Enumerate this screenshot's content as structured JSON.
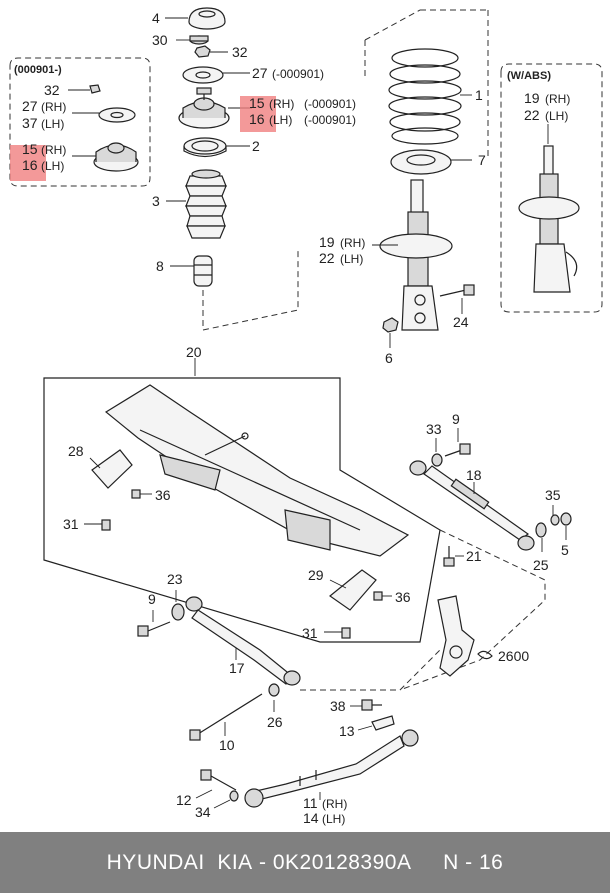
{
  "footer": {
    "brand": "HYUNDAI  KIA",
    "separator": " - ",
    "part_number": "0K20128390A",
    "gap": "     ",
    "page": "N - 16"
  },
  "boxes": {
    "left_inset_title": "(000901-)",
    "right_inset_title": "(W/ABS)"
  },
  "callouts": {
    "n4": "4",
    "n30": "30",
    "n32": "32",
    "n27": "27",
    "n27_note": "(-000901)",
    "n15": "15",
    "n15_side": "(RH)",
    "n15_note": "(-000901)",
    "n16": "16",
    "n16_side": "(LH)",
    "n16_note": "(-000901)",
    "n2": "2",
    "n3": "3",
    "n8": "8",
    "n1": "1",
    "n7": "7",
    "n19": "19",
    "n19_side": "(RH)",
    "n22": "22",
    "n22_side": "(LH)",
    "n24": "24",
    "n6": "6",
    "inset_l_32": "32",
    "inset_l_27": "27",
    "inset_l_27_side": "(RH)",
    "inset_l_37": "37",
    "inset_l_37_side": "(LH)",
    "inset_l_15": "15",
    "inset_l_15_side": "(RH)",
    "inset_l_16": "16",
    "inset_l_16_side": "(LH)",
    "inset_r_19": "19",
    "inset_r_19_side": "(RH)",
    "inset_r_22": "22",
    "inset_r_22_side": "(LH)",
    "n20": "20",
    "n28": "28",
    "n36a": "36",
    "n31a": "31",
    "n33": "33",
    "n9a": "9",
    "n18": "18",
    "n35": "35",
    "n5": "5",
    "n25": "25",
    "n21": "21",
    "n29": "29",
    "n36b": "36",
    "n31b": "31",
    "n23": "23",
    "n9b": "9",
    "n17": "17",
    "n2600": "2600",
    "n38": "38",
    "n13": "13",
    "n26": "26",
    "n10": "10",
    "n12": "12",
    "n34": "34",
    "n11": "11",
    "n11_side": "(RH)",
    "n14": "14",
    "n14_side": "(LH)"
  }
}
